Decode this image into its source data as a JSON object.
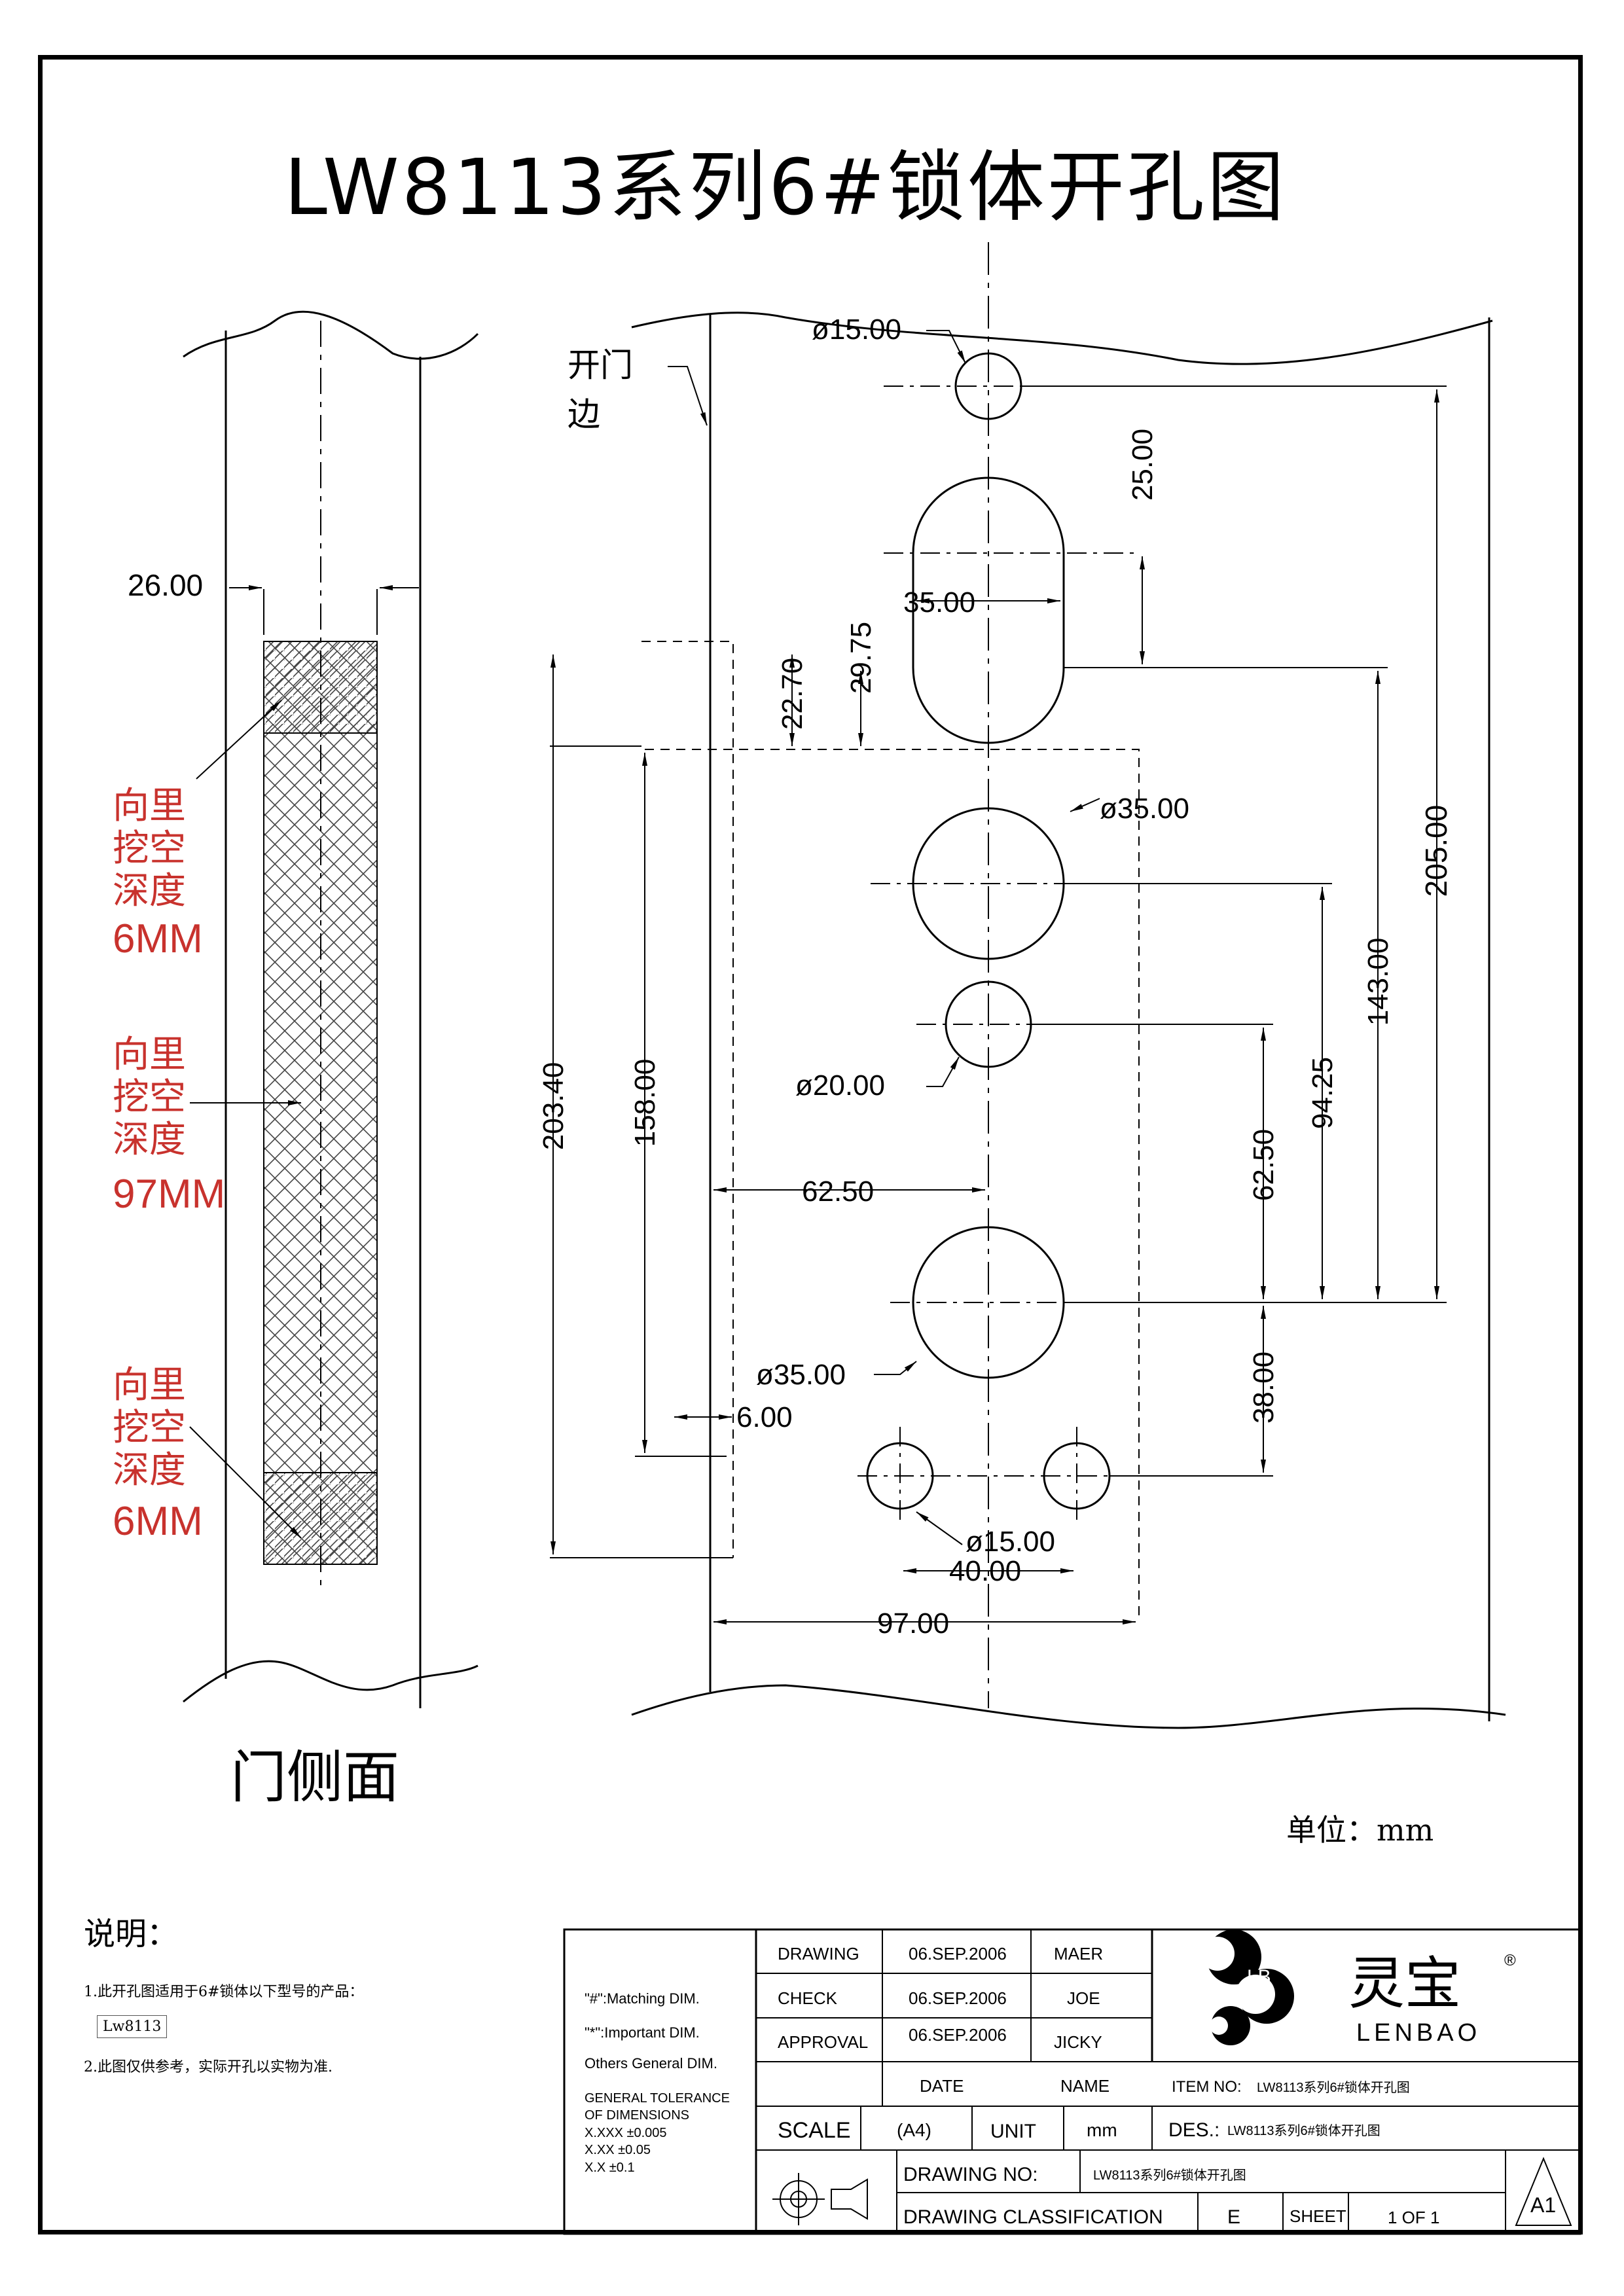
{
  "title": "LW8113系列6#锁体开孔图",
  "left_view": {
    "caption": "门侧面",
    "dim_width": "26.00",
    "zones": [
      {
        "l1": "向里",
        "l2": "挖空",
        "l3": "深度",
        "l4": "6MM"
      },
      {
        "l1": "向里",
        "l2": "挖空",
        "l3": "深度",
        "l4": "97MM"
      },
      {
        "l1": "向里",
        "l2": "挖空",
        "l3": "深度",
        "l4": "6MM"
      }
    ]
  },
  "front_view": {
    "edge_label_1": "开门",
    "edge_label_2": "边",
    "dims": {
      "d15_top": "ø15.00",
      "h25": "25.00",
      "w35": "35.00",
      "h29_75": "29.75",
      "h22_70": "22.70",
      "d35_upper": "ø35.00",
      "d20": "ø20.00",
      "h205": "205.00",
      "h143": "143.00",
      "h94_25": "94.25",
      "h62_50_v": "62.50",
      "h203_40": "203.40",
      "h158": "158.00",
      "w62_50": "62.50",
      "d35_lower": "ø35.00",
      "w6": "6.00",
      "h38": "38.00",
      "d15_bottom": "ø15.00",
      "w40": "40.00",
      "w97": "97.00"
    }
  },
  "unit_label": "单位：mm",
  "notes": {
    "heading": "说明：",
    "line1": "1.此开孔图适用于6#锁体以下型号的产品：",
    "model": "Lw8113",
    "line2": "2.此图仅供参考，实际开孔以实物为准."
  },
  "title_block": {
    "matching": "\"#\":Matching  DIM.",
    "important": "\"*\":Important  DIM.",
    "others": "Others General  DIM.",
    "tol_head1": "GENERAL TOLERANCE",
    "tol_head2": "OF DIMENSIONS",
    "tol1": "X.XXX   ±0.005",
    "tol2": "X.XX     ±0.05",
    "tol3": "X.X       ±0.1",
    "rows": [
      {
        "label": "DRAWING",
        "date": "06.SEP.2006",
        "name": "MAER"
      },
      {
        "label": "CHECK",
        "date": "06.SEP.2006",
        "name": "JOE"
      },
      {
        "label": "APPROVAL",
        "date": "06.SEP.2006",
        "name": "JICKY"
      }
    ],
    "date_hdr": "DATE",
    "name_hdr": "NAME",
    "scale_label": "SCALE",
    "scale_value": "(A4)",
    "unit_label": "UNIT",
    "unit_value": "mm",
    "item_no_label": "ITEM NO:",
    "item_no_value": "LW8113系列6#锁体开孔图",
    "des_label": "DES.:",
    "des_value": "LW8113系列6#锁体开孔图",
    "drawing_no_label": "DRAWING NO:",
    "drawing_no_value": "LW8113系列6#锁体开孔图",
    "classification_label": "DRAWING CLASSIFICATION",
    "classification_value": "E",
    "sheet_label": "SHEET",
    "sheet_value": "1 OF 1",
    "size_mark": "A1",
    "brand_cn": "灵宝",
    "brand_en": "LENBAO",
    "logo_initials": "LB",
    "registered": "®"
  }
}
